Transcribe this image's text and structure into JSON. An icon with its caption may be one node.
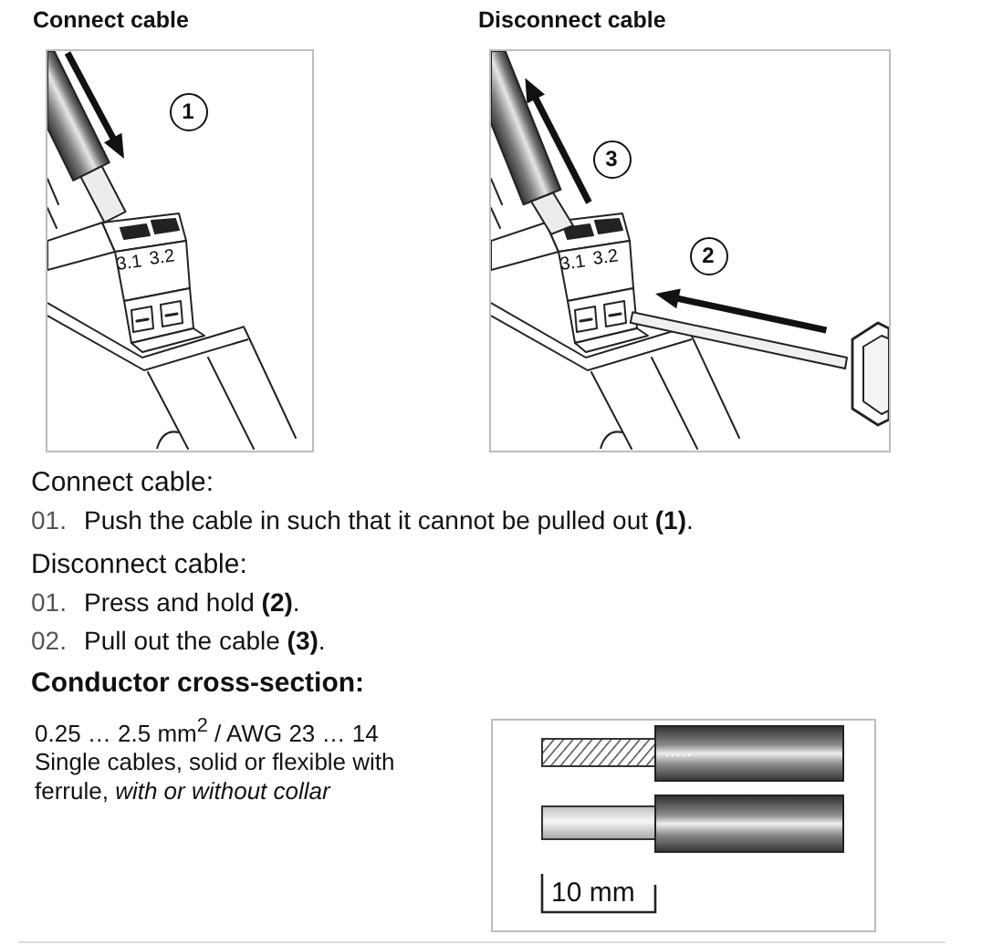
{
  "diagram": {
    "nodes": [
      {
        "text": [
          "Connect cable"
        ]
      },
      {
        "text": [
          "1"
        ],
        "in": 0
      },
      {
        "text": [
          "Disconnect cable"
        ]
      },
      {
        "text": [
          "3"
        ],
        "in": 2
      },
      {
        "text": [
          "2"
        ],
        "in": 2
      }
    ],
    "labels": [
      "3.1",
      "3.2",
      "3.1",
      "3.2",
      "Connect cable:",
      "01.",
      "Push the cable in such that it cannot be pulled out **(1)**.",
      "Disconnect cable:",
      "01.",
      "Press and hold **(2)**.",
      "02.",
      "Pull out the cable **(3)**.",
      "Conductor cross-section:",
      "0.25 … 2.5 mm$^{2}$ / AWG 23 … 14",
      "Single cables, solid or flexible with ferrule, *with or without collar*",
      "10 mm"
    ]
  }
}
